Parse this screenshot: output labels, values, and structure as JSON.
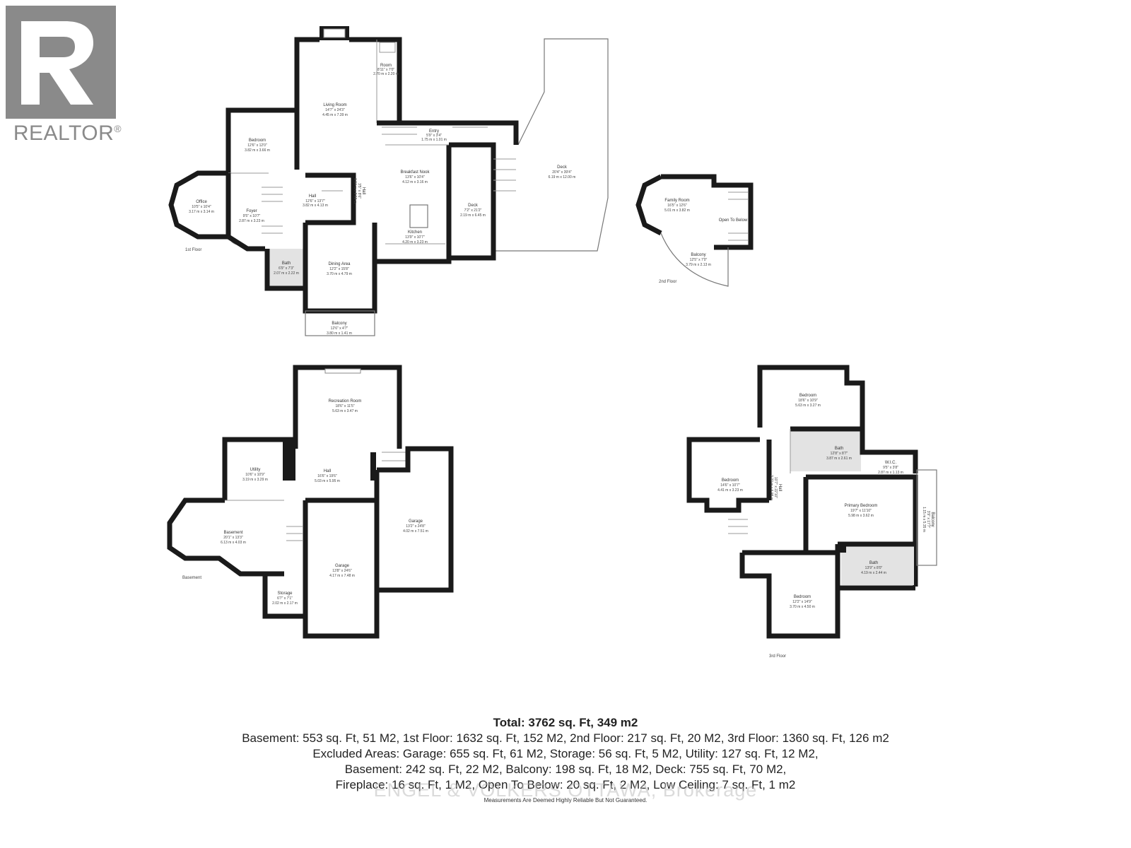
{
  "logo": {
    "brand": "REALTOR",
    "reg_mark": "®",
    "color": "#8a8a8a"
  },
  "floors": {
    "first": {
      "label": "1st Floor"
    },
    "second": {
      "label": "2nd Floor"
    },
    "basement": {
      "label": "Basement"
    },
    "third": {
      "label": "3rd Floor"
    }
  },
  "rooms": {
    "living_room": {
      "name": "Living Room",
      "imperial": "14'7\" x 24'3\"",
      "metric": "4.45 m x 7.39 m"
    },
    "room_small": {
      "name": "Room",
      "imperial": "8'11\" x 7'0\"",
      "metric": "2.70 m x 2.20 m"
    },
    "bedroom_1f": {
      "name": "Bedroom",
      "imperial": "12'6\" x 12'0\"",
      "metric": "3.82 m x 3.66 m"
    },
    "entry": {
      "name": "Entry",
      "imperial": "5'9\" x 3'4\"",
      "metric": "1.75 m x 1.01 m"
    },
    "deck_big": {
      "name": "Deck",
      "imperial": "20'4\" x 39'4\"",
      "metric": "6.19 m x 12.00 m"
    },
    "breakfast": {
      "name": "Breakfast Nook",
      "imperial": "13'6\" x 10'4\"",
      "metric": "4.12 m x 3.16 m"
    },
    "office": {
      "name": "Office",
      "imperial": "10'5\" x 10'4\"",
      "metric": "3.17 m x 3.14 m"
    },
    "hall_1f": {
      "name": "Hall",
      "imperial": "12'6\" x 13'7\"",
      "metric": "3.82 m x 4.13 m"
    },
    "hall_small": {
      "name": "Hall",
      "imperial": "3'5\" x 8'6\"",
      "metric": "1.04 m x 2.59 m"
    },
    "foyer": {
      "name": "Foyer",
      "imperial": "9'5\" x 10'7\"",
      "metric": "2.87 m x 3.23 m"
    },
    "deck_small": {
      "name": "Deck",
      "imperial": "7'2\" x 21'2\"",
      "metric": "2.19 m x 6.45 m"
    },
    "kitchen": {
      "name": "Kitchen",
      "imperial": "13'9\" x 10'7\"",
      "metric": "4.20 m x 3.23 m"
    },
    "bath_1f": {
      "name": "Bath",
      "imperial": "6'9\" x 7'3\"",
      "metric": "2.07 m x 2.22 m"
    },
    "dining": {
      "name": "Dining Area",
      "imperial": "12'2\" x 15'8\"",
      "metric": "3.70 m x 4.79 m"
    },
    "balcony_1f": {
      "name": "Balcony",
      "imperial": "12'6\" x 4'7\"",
      "metric": "3.80 m x 1.41 m"
    },
    "family_room": {
      "name": "Family Room",
      "imperial": "16'5\" x 12'6\"",
      "metric": "5.01 m x 3.82 m"
    },
    "open_below": {
      "name": "Open To Below"
    },
    "balcony_2f": {
      "name": "Balcony",
      "imperial": "12'5\" x 7'0\"",
      "metric": "3.79 m x 2.13 m"
    },
    "recreation": {
      "name": "Recreation Room",
      "imperial": "18'6\" x 11'5\"",
      "metric": "5.63 m x 3.47 m"
    },
    "utility": {
      "name": "Utility",
      "imperial": "10'6\" x 10'9\"",
      "metric": "3.19 m x 3.29 m"
    },
    "hall_bsmt": {
      "name": "Hall",
      "imperial": "16'6\" x 19'6\"",
      "metric": "5.03 m x 5.95 m"
    },
    "garage_right": {
      "name": "Garage",
      "imperial": "13'2\" x 24'8\"",
      "metric": "4.02 m x 7.51 m"
    },
    "basement_room": {
      "name": "Basement",
      "imperial": "20'1\" x 13'3\"",
      "metric": "6.13 m x 4.03 m"
    },
    "garage_left": {
      "name": "Garage",
      "imperial": "13'8\" x 24'6\"",
      "metric": "4.17 m x 7.48 m"
    },
    "storage": {
      "name": "Storage",
      "imperial": "6'7\" x 7'1\"",
      "metric": "2.02 m x 2.17 m"
    },
    "bedroom_3a": {
      "name": "Bedroom",
      "imperial": "18'6\" x 10'9\"",
      "metric": "5.63 m x 3.27 m"
    },
    "bath_3a": {
      "name": "Bath",
      "imperial": "12'8\" x 8'7\"",
      "metric": "3.87 m x 2.61 m"
    },
    "wic": {
      "name": "W.I.C.",
      "imperial": "9'5\" x 3'8\"",
      "metric": "2.87 m x 1.13 m"
    },
    "bedroom_3b": {
      "name": "Bedroom",
      "imperial": "14'6\" x 10'7\"",
      "metric": "4.41 m x 3.23 m"
    },
    "hall_3f": {
      "name": "Hall",
      "imperial": "10'7\" x 22'10\"",
      "metric": "3.22 m x 6.95 m"
    },
    "primary": {
      "name": "Primary Bedroom",
      "imperial": "19'7\" x 11'10\"",
      "metric": "5.98 m x 3.62 m"
    },
    "balcony_3f": {
      "name": "Balcony",
      "imperial": "3'9\" x 17'7\"",
      "metric": "1.15 m x 5.35 m"
    },
    "bath_3b": {
      "name": "Bath",
      "imperial": "13'9\" x 8'0\"",
      "metric": "4.19 m x 2.44 m"
    },
    "bedroom_3c": {
      "name": "Bedroom",
      "imperial": "12'2\" x 14'9\"",
      "metric": "3.70 m x 4.50 m"
    }
  },
  "summary": {
    "total": "Total: 3762 sq. Ft, 349 m2",
    "lines": [
      "Basement: 553 sq. Ft, 51 M2, 1st Floor: 1632 sq. Ft, 152 M2, 2nd Floor: 217 sq. Ft, 20 M2, 3rd Floor: 1360 sq. Ft, 126 m2",
      "Excluded Areas: Garage: 655 sq. Ft, 61 M2, Storage: 56 sq. Ft, 5 M2, Utility: 127 sq. Ft, 12 M2,",
      "Basement: 242 sq. Ft, 22 M2, Balcony: 198 sq. Ft, 18 M2, Deck: 755 sq. Ft, 70 M2,",
      "Fireplace: 16 sq. Ft, 1 M2, Open To Below: 20 sq. Ft, 2 M2, Low Ceiling: 7 sq. Ft, 1 m2"
    ],
    "note": "Measurements Are Deemed Highly Reliable But Not Guaranteed."
  },
  "watermark": "ENGEL & VÖLKERS OTTAWA, Brokerage"
}
